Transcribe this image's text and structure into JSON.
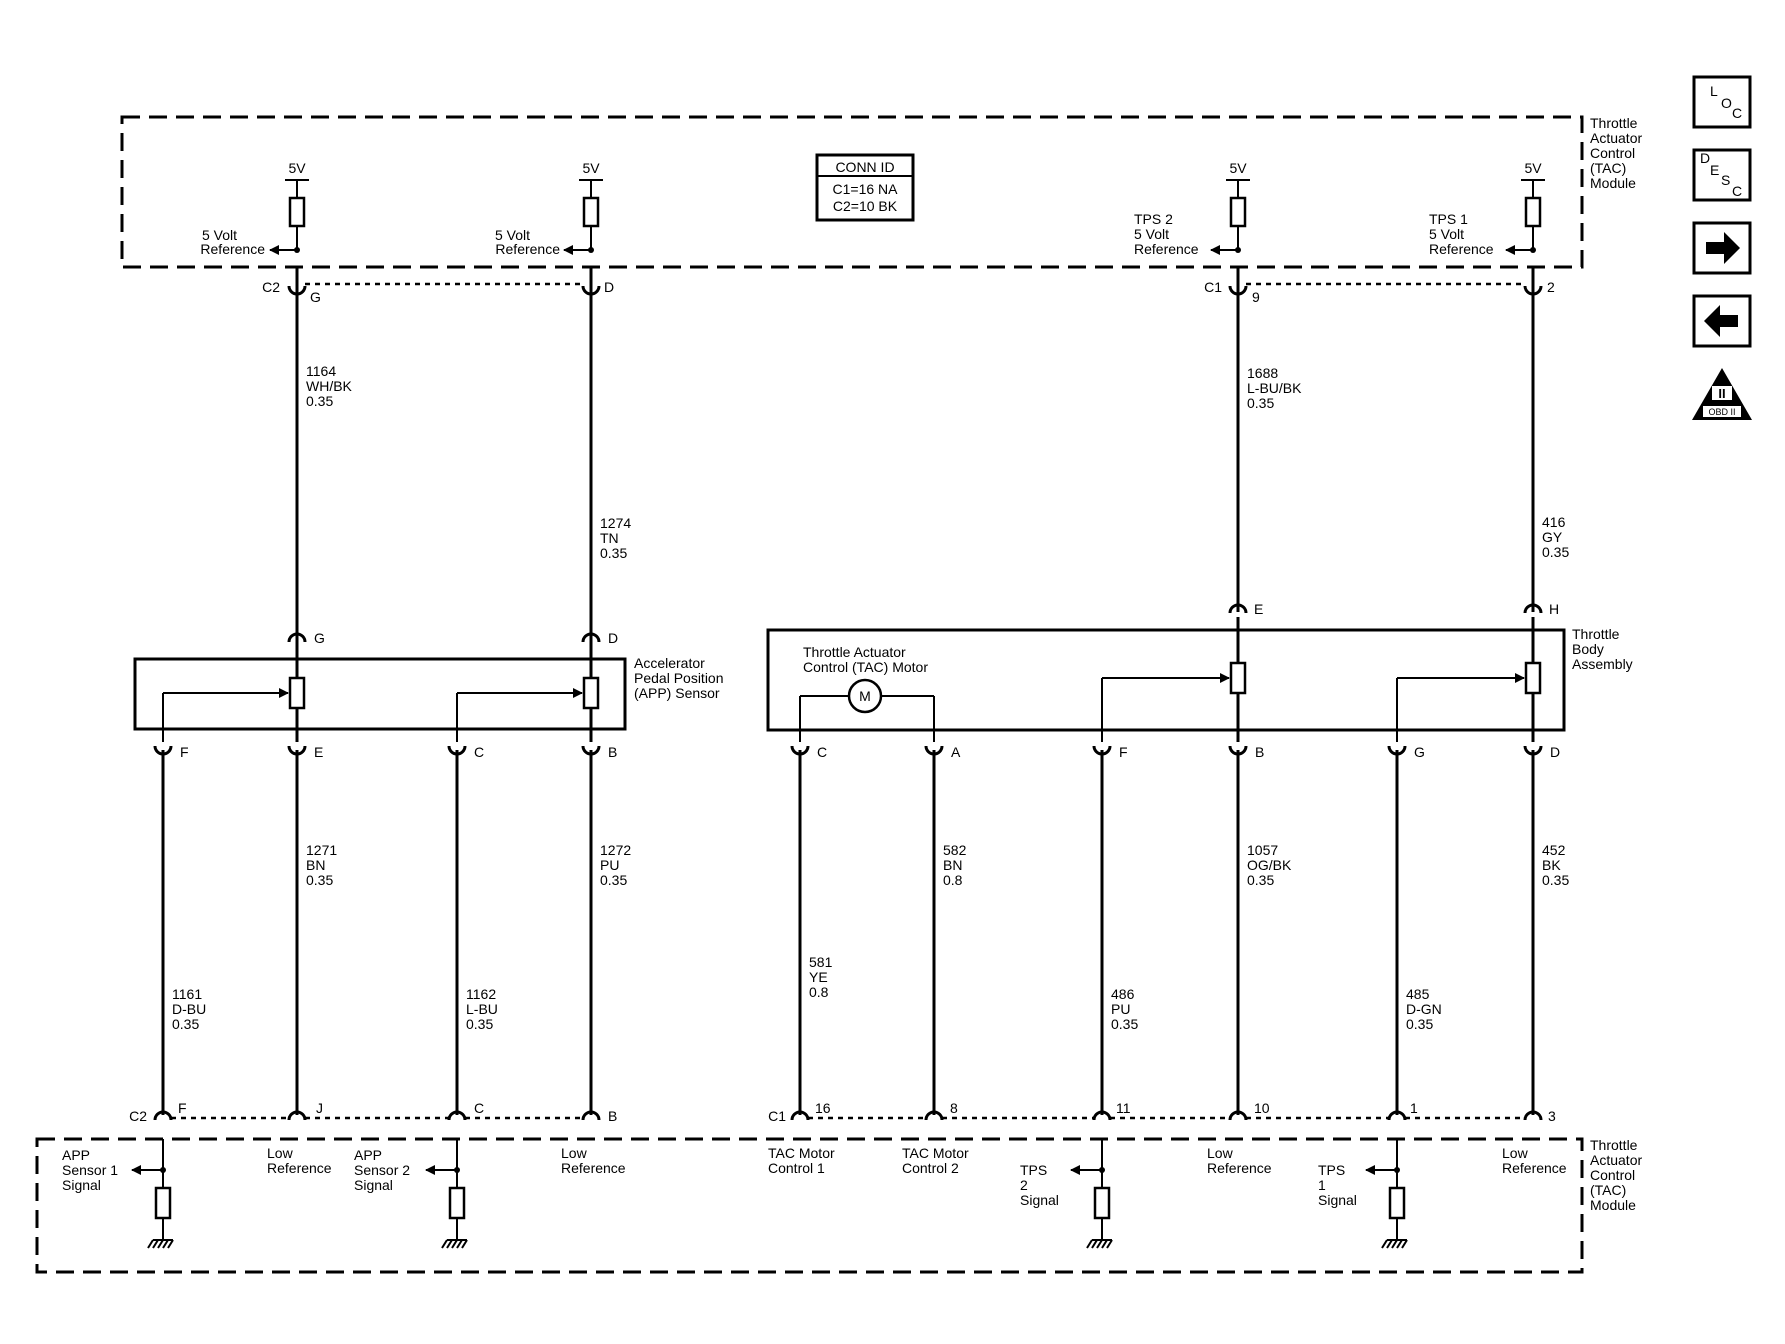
{
  "tac_module_top": [
    "Throttle",
    "Actuator",
    "Control",
    "(TAC)",
    "Module"
  ],
  "tac_module_bottom": [
    "Throttle",
    "Actuator",
    "Control",
    "(TAC)",
    "Module"
  ],
  "app_sensor": [
    "Accelerator",
    "Pedal Position",
    "(APP) Sensor"
  ],
  "throttle_body": [
    "Throttle",
    "Body",
    "Assembly"
  ],
  "tac_motor": [
    "Throttle Actuator",
    "Control (TAC) Motor"
  ],
  "motor_symbol": "M",
  "conn_id": {
    "title": "CONN ID",
    "lines": [
      "C1=16 NA",
      "C2=10 BK"
    ]
  },
  "supply": "5V",
  "top_refs": [
    {
      "lines": [
        "5 Volt",
        "Reference"
      ]
    },
    {
      "lines": [
        "5 Volt",
        "Reference"
      ]
    },
    {
      "lines": [
        "TPS 2",
        "5 Volt",
        "Reference"
      ]
    },
    {
      "lines": [
        "TPS 1",
        "5 Volt",
        "Reference"
      ]
    }
  ],
  "top_connectors": [
    "C2",
    "C1"
  ],
  "top_pins": [
    "G",
    "D",
    "9",
    "2"
  ],
  "upper_wires": [
    {
      "lines": [
        "1164",
        "WH/BK",
        "0.35"
      ]
    },
    {
      "lines": [
        "1274",
        "TN",
        "0.35"
      ]
    },
    {
      "lines": [
        "1688",
        "L-BU/BK",
        "0.35"
      ]
    },
    {
      "lines": [
        "416",
        "GY",
        "0.35"
      ]
    }
  ],
  "app_top_pins": [
    "G",
    "D"
  ],
  "tb_top_pins": [
    "E",
    "H"
  ],
  "app_bottom_pins": [
    "F",
    "E",
    "C",
    "B"
  ],
  "tb_bottom_pins": [
    "C",
    "A",
    "F",
    "B",
    "G",
    "D"
  ],
  "lower_wires": [
    {
      "lines": [
        "1161",
        "D-BU",
        "0.35"
      ]
    },
    {
      "lines": [
        "1271",
        "BN",
        "0.35"
      ]
    },
    {
      "lines": [
        "1162",
        "L-BU",
        "0.35"
      ]
    },
    {
      "lines": [
        "1272",
        "PU",
        "0.35"
      ]
    },
    {
      "lines": [
        "581",
        "YE",
        "0.8"
      ]
    },
    {
      "lines": [
        "582",
        "BN",
        "0.8"
      ]
    },
    {
      "lines": [
        "486",
        "PU",
        "0.35"
      ]
    },
    {
      "lines": [
        "1057",
        "OG/BK",
        "0.35"
      ]
    },
    {
      "lines": [
        "485",
        "D-GN",
        "0.35"
      ]
    },
    {
      "lines": [
        "452",
        "BK",
        "0.35"
      ]
    }
  ],
  "bottom_connectors": [
    "C2",
    "C1"
  ],
  "bottom_pins": [
    "F",
    "J",
    "C",
    "B",
    "16",
    "8",
    "11",
    "10",
    "1",
    "3"
  ],
  "bottom_labels": [
    {
      "lines": [
        "APP",
        "Sensor 1",
        "Signal"
      ]
    },
    {
      "lines": [
        "Low",
        "Reference"
      ]
    },
    {
      "lines": [
        "APP",
        "Sensor 2",
        "Signal"
      ]
    },
    {
      "lines": [
        "Low",
        "Reference"
      ]
    },
    {
      "lines": [
        "TAC Motor",
        "Control 1"
      ]
    },
    {
      "lines": [
        "TAC Motor",
        "Control 2"
      ]
    },
    {
      "lines": [
        "TPS",
        "2",
        "Signal"
      ]
    },
    {
      "lines": [
        "Low",
        "Reference"
      ]
    },
    {
      "lines": [
        "TPS",
        "1",
        "Signal"
      ]
    },
    {
      "lines": [
        "Low",
        "Reference"
      ]
    }
  ],
  "nav": {
    "loc": [
      "L",
      "O",
      "C"
    ],
    "desc": [
      "D",
      "E",
      "S",
      "C"
    ],
    "obd": {
      "numeral": "II",
      "label": "OBD II"
    }
  }
}
